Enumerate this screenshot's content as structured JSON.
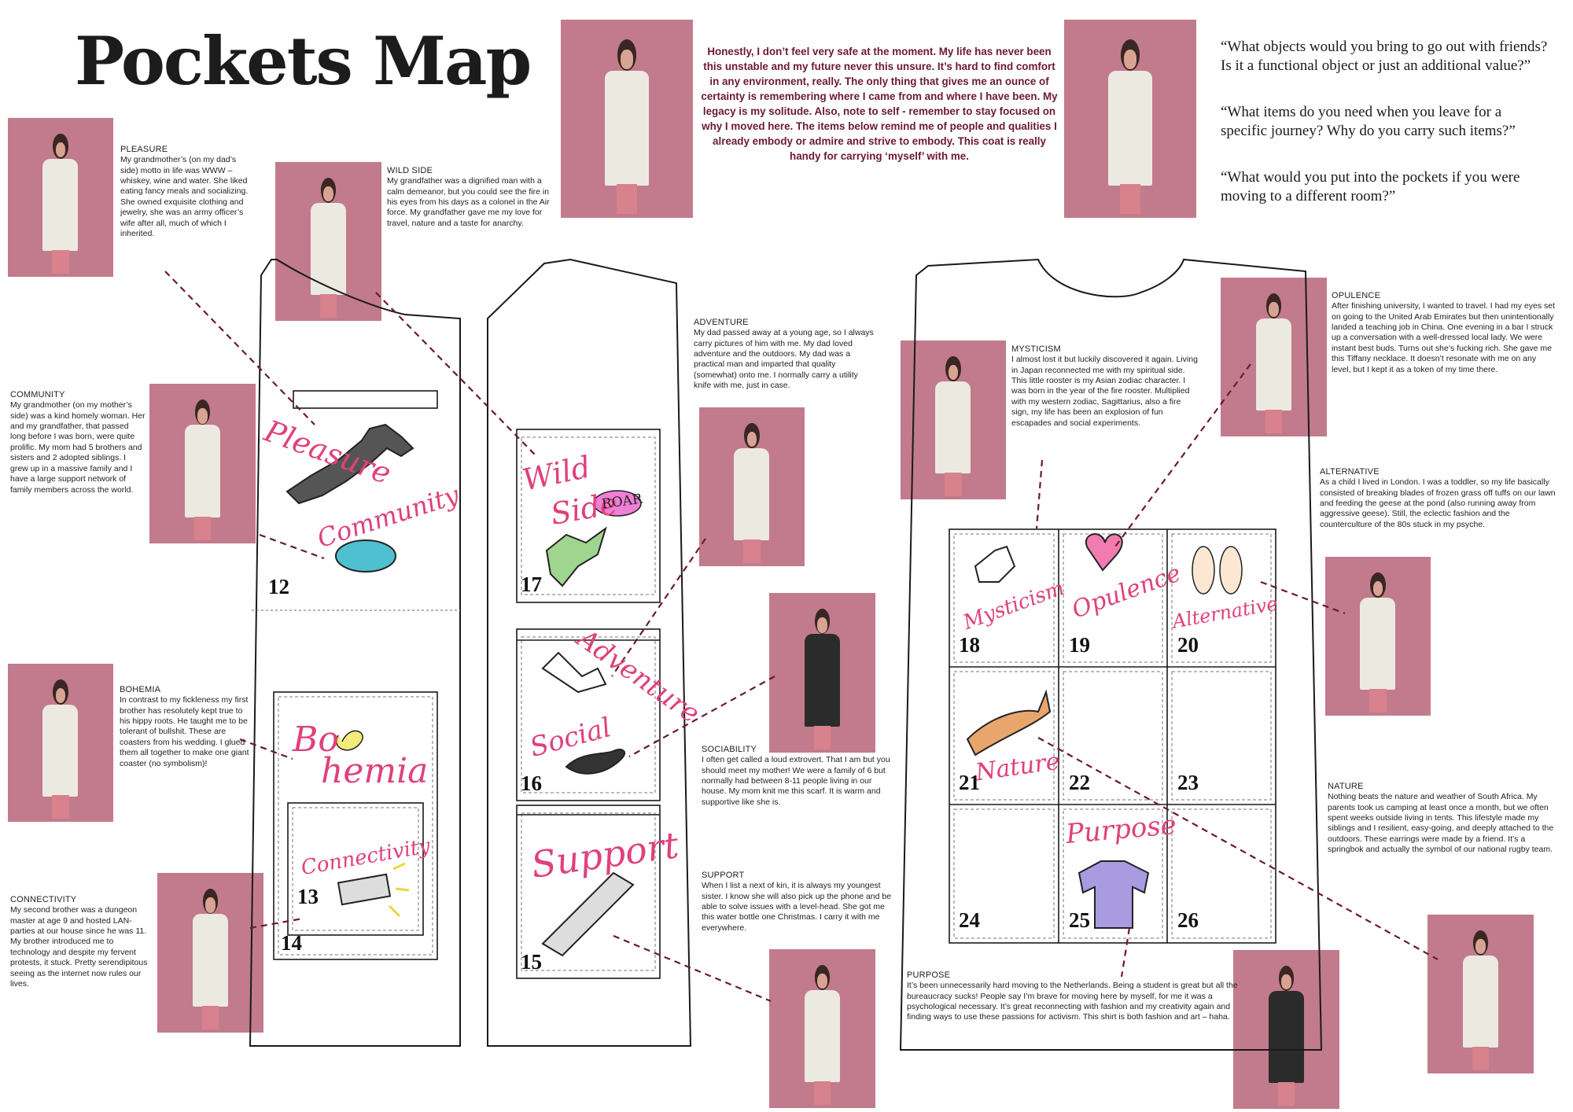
{
  "title": "Pockets Map",
  "intro": "Honestly, I don’t feel very safe at the moment. My life has never been this unstable and my future never this unsure. It’s hard to find comfort in any environment, really. The only thing that gives me an ounce of certainty is remembering where I came from and where I have been. My legacy is my solitude. Also, note to self - remember to stay focused on why I moved here. The items below remind me of people and qualities I already embody or admire and strive to embody. This coat is really handy for carrying ‘myself’ with me.",
  "questions": [
    "“What objects would you bring to go out with friends? Is it a functional object or just an additional value?”",
    "“What items do you need when you leave for a specific journey? Why do you carry such items?”",
    "“What would you put into the pockets if you were moving to a different room?”"
  ],
  "entries": {
    "pleasure": {
      "heading": "PLEASURE",
      "text": "My grandmother’s (on my dad’s side) motto in life was WWW – whiskey, wine and water. She liked eating fancy meals and socializing. She owned exquisite clothing and jewelry, she was an army officer’s wife after all, much of which I inherited."
    },
    "wildside": {
      "heading": "WILD SIDE",
      "text": "My grandfather was a dignified man with a calm demeanor, but you could see the fire in his eyes from his days as a colonel in the Air force. My grandfather gave me my love for travel, nature and a taste for anarchy."
    },
    "community": {
      "heading": "COMMUNITY",
      "text": "My grandmother (on my mother’s side) was a kind homely woman. Her and my grandfather, that passed long before I was born, were quite prolific. My mom had 5 brothers and sisters and 2 adopted siblings. I grew up in a massive family and I have a large support network of family members across the world."
    },
    "bohemia": {
      "heading": "BOHEMIA",
      "text": "In contrast to my fickleness my first brother has resolutely kept true to his hippy roots. He taught me to be tolerant of bullshit. These are coasters from his wedding. I glued them all together to make one giant coaster (no symbolism)!"
    },
    "connectivity": {
      "heading": "CONNECTIVITY",
      "text": "My second brother was a dungeon master at age 9 and hosted LAN-parties at our house since he was 11. My brother introduced me to technology and despite my fervent protests, it stuck. Pretty serendipitous seeing as the internet now rules our lives."
    },
    "adventure": {
      "heading": "ADVENTURE",
      "text": "My dad passed away at a young age, so I always carry pictures of him with me. My dad loved adventure and the outdoors. My dad was a practical man and imparted that quality (somewhat) onto me. I normally carry a utility knife with me, just in case."
    },
    "sociability": {
      "heading": "SOCIABILITY",
      "text": "I often get called a loud extrovert. That I am but you should meet my mother! We were a family of 6 but normally had between 8-11 people living in our house. My mom knit me this scarf. It is warm and supportive like she is."
    },
    "support": {
      "heading": "SUPPORT",
      "text": "When I list a next of kin, it is always my youngest sister. I know she will also pick up the phone and be able to solve issues with a level-head. She got me this water bottle one Christmas. I carry it with me everywhere."
    },
    "mysticism": {
      "heading": "MYSTICISM",
      "text": "I almost lost it but luckily discovered it again. Living in Japan reconnected me with my spiritual side. This little rooster is my Asian zodiac character. I was born in the year of the fire rooster. Multiplied with my western zodiac, Sagittarius, also a fire sign, my life has been an explosion of fun escapades and social experiments."
    },
    "opulence": {
      "heading": "OPULENCE",
      "text": "After finishing university, I wanted to travel. I had my eyes set on going to the United Arab Emirates but then unintentionally landed a teaching job in China. One evening in a bar I struck up a conversation with a well-dressed local lady. We were instant best buds. Turns out she’s fucking rich. She gave me this Tiffany necklace. It doesn’t resonate with me on any level, but I kept it as a token of my time there."
    },
    "alternative": {
      "heading": "ALTERNATIVE",
      "text": "As a child I lived in London. I was a toddler, so my life basically consisted of breaking blades of frozen grass off tuffs on our lawn and feeding the geese at the pond (also running away from aggressive geese). Still, the eclectic fashion and the counterculture of the 80s stuck in my psyche."
    },
    "nature": {
      "heading": "NATURE",
      "text": "Nothing beats the nature and weather of South Africa. My parents took us camping at least once a month, but we often spent weeks outside living in tents. This lifestyle made my siblings and I resilient, easy-going, and deeply attached to the outdoors. These earrings were made by a friend. It’s a springbok and actually the symbol of our national rugby team."
    },
    "purpose": {
      "heading": "PURPOSE",
      "text": "It’s been unnecessarily hard moving to the Netherlands. Being a student is great but all the bureaucracy sucks! People say I’m brave for moving here by myself, for me it was a psychological necessary. It’s great reconnecting with fashion and my creativity again and finding ways to use these passions for activism. This shirt is both fashion and art – haha."
    }
  },
  "pocket_numbers": [
    "12",
    "13",
    "14",
    "15",
    "16",
    "17",
    "18",
    "19",
    "20",
    "21",
    "22",
    "23",
    "24",
    "25",
    "26"
  ],
  "pocket_words": {
    "pleasure": "Pleasure",
    "community": "Community",
    "bohemia_1": "Bo",
    "bohemia_2": "hemia",
    "connectivity": "Connectivity",
    "wildside_1": "Wild",
    "wildside_2": "Side",
    "roar": "ROAR",
    "adventure": "Adventure",
    "social": "Social",
    "support": "Support",
    "mysticism": "Mysticism",
    "opulence": "Opulence",
    "alternative": "Alternative",
    "nature": "Nature",
    "purpose": "Purpose"
  },
  "colors": {
    "accent_script": "#e0417a",
    "intro_text": "#6b1a30",
    "connector": "#6b1a30",
    "photo_bg": "#c27b8c"
  }
}
